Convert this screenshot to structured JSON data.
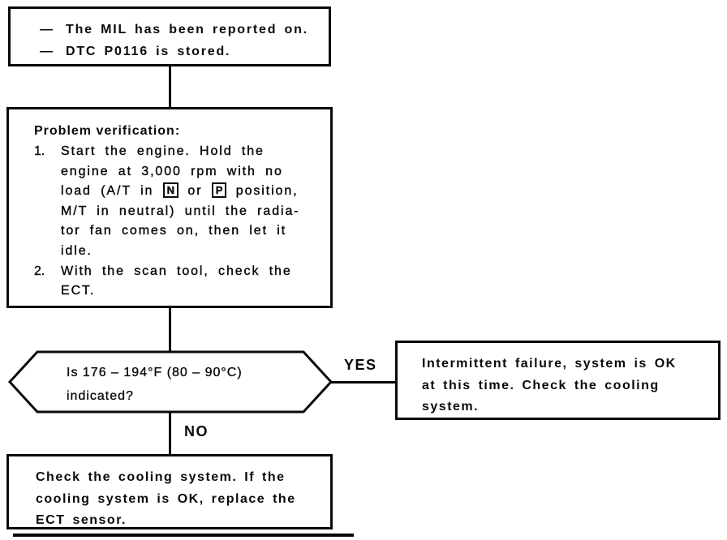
{
  "colors": {
    "ink": "#0a0a0a",
    "paper": "#ffffff"
  },
  "start_box": {
    "dash": "—",
    "line1": "The MIL has been reported on.",
    "line2": "DTC P0116 is stored."
  },
  "verification_box": {
    "title": "Problem verification:",
    "step1": {
      "num": "1.",
      "line1": "Start the engine. Hold the",
      "line2": "engine at 3,000 rpm with no",
      "line3_pre": "load (A/T in ",
      "line3_n": "N",
      "line3_or": " or ",
      "line3_p": "P",
      "line3_post": "  position,",
      "line4": "M/T in neutral) until the radia-",
      "line5": "tor fan comes on, then let it",
      "line6": "idle."
    },
    "step2": {
      "num": "2.",
      "line1": "With the scan tool, check the",
      "line2": "ECT."
    }
  },
  "decision": {
    "line1": "Is 176 – 194°F (80 – 90°C)",
    "line2": "indicated?"
  },
  "labels": {
    "yes": "YES",
    "no": "NO"
  },
  "yes_box": {
    "line1": "Intermittent failure, system is OK",
    "line2": "at this time. Check the cooling",
    "line3": "system."
  },
  "no_box": {
    "line1": "Check the cooling system. If the",
    "line2": "cooling system is OK, replace the",
    "line3": "ECT sensor."
  }
}
